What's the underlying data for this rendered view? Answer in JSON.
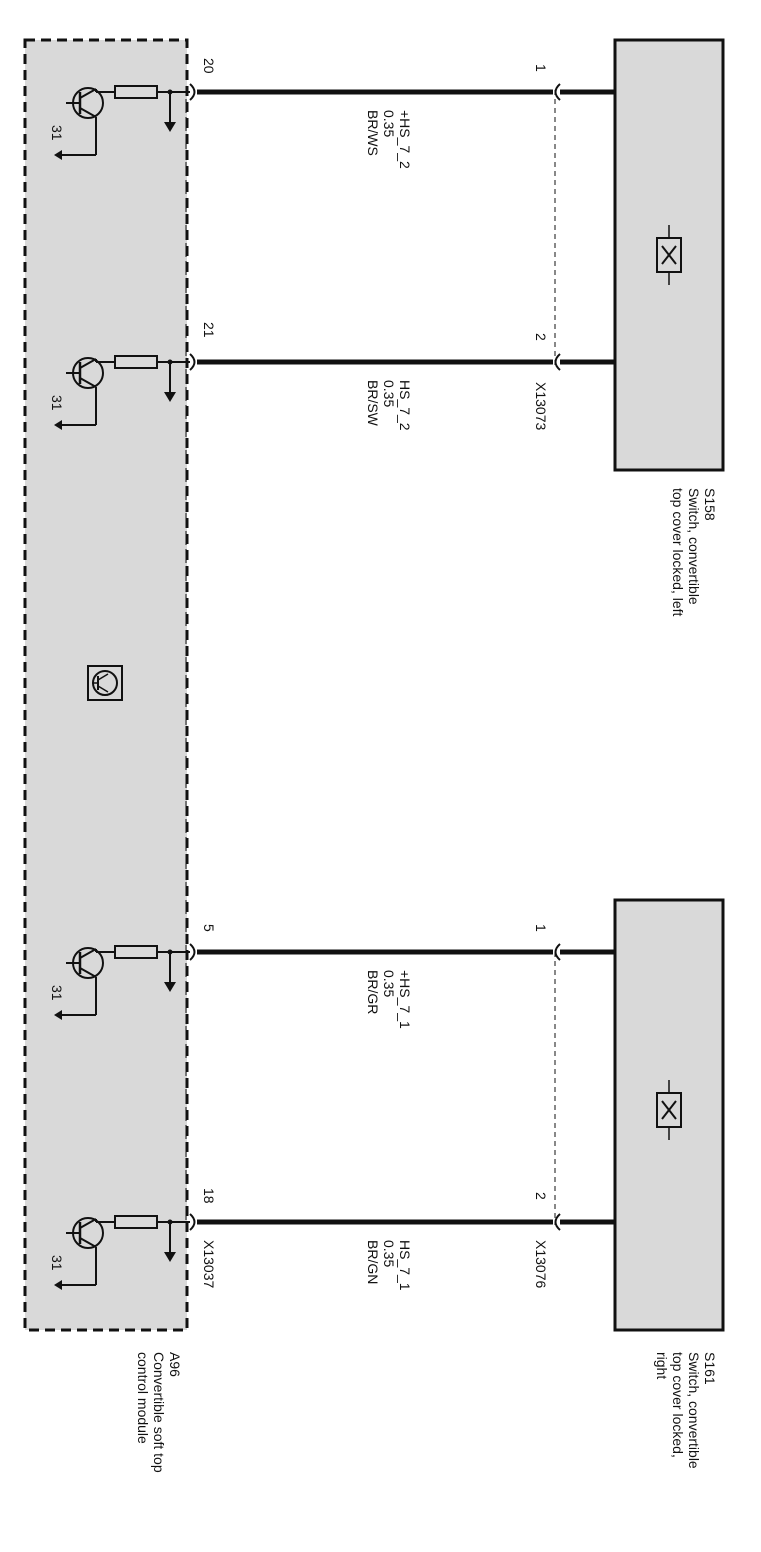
{
  "components": {
    "s158": {
      "id": "S158",
      "description": [
        "Switch, convertible",
        "top cover locked, left"
      ]
    },
    "s161": {
      "id": "S161",
      "description": [
        "Switch, convertible",
        "top cover locked,",
        "right"
      ]
    },
    "a96": {
      "id": "A96",
      "description": [
        "Convertible soft top",
        "control module"
      ]
    }
  },
  "connectors": {
    "switch_left": "X13073",
    "switch_right": "X13076",
    "module": "X13037"
  },
  "wires": [
    {
      "module_pin": "20",
      "switch_pin": "1",
      "signal": "+HS_7_2",
      "cross_section": "0.35",
      "color": "BR/WS"
    },
    {
      "module_pin": "21",
      "switch_pin": "2",
      "signal": "HS_7_2",
      "cross_section": "0.35",
      "color": "BR/SW"
    },
    {
      "module_pin": "5",
      "switch_pin": "1",
      "signal": "+HS_7_1",
      "cross_section": "0.35",
      "color": "BR/GR"
    },
    {
      "module_pin": "18",
      "switch_pin": "2",
      "signal": "HS_7_1",
      "cross_section": "0.35",
      "color": "BR/GN"
    }
  ],
  "ground_label": "31",
  "colors": {
    "module_fill": "#d9d9d9",
    "switch_fill": "#d9d9d9",
    "wire": "#111111"
  }
}
